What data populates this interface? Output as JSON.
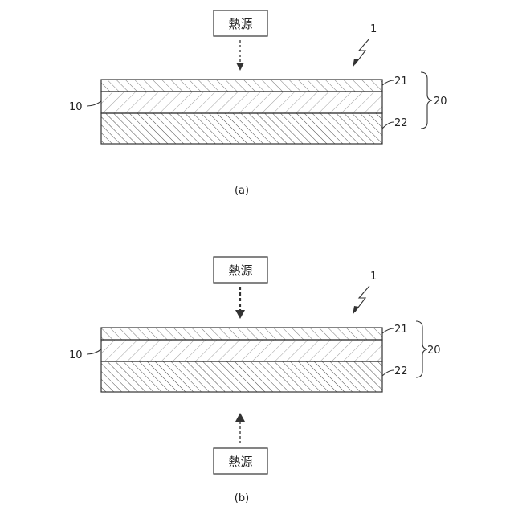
{
  "diagram": {
    "figures": [
      {
        "caption": "(a)",
        "device_label": "1",
        "heat_source_labels": [
          "熱源"
        ],
        "layer_labels": {
          "top": "21",
          "middle": "10",
          "bottom": "22",
          "group": "20"
        }
      },
      {
        "caption": "(b)",
        "device_label": "1",
        "heat_source_labels": [
          "熱源",
          "熱源"
        ],
        "layer_labels": {
          "top": "21",
          "middle": "10",
          "bottom": "22",
          "group": "20"
        }
      }
    ]
  }
}
